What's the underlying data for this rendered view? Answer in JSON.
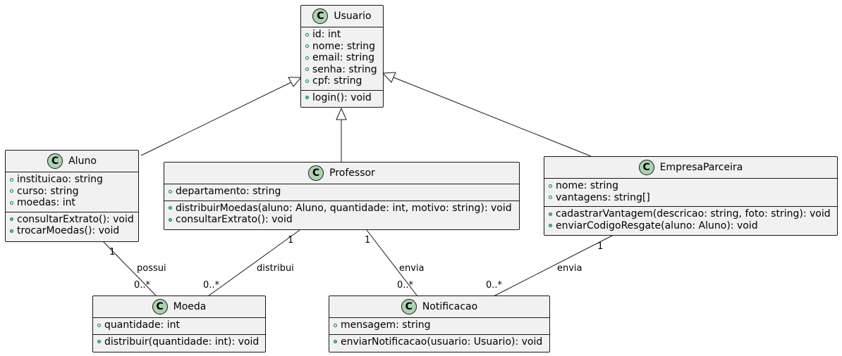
{
  "diagram": {
    "classes": {
      "usuario": {
        "badge": "C",
        "name": "Usuario",
        "attributes": [
          "id: int",
          "nome: string",
          "email: string",
          "senha: string",
          "cpf: string"
        ],
        "methods": [
          "login(): void"
        ]
      },
      "aluno": {
        "badge": "C",
        "name": "Aluno",
        "attributes": [
          "instituicao: string",
          "curso: string",
          "moedas: int"
        ],
        "methods": [
          "consultarExtrato(): void",
          "trocarMoedas(): void"
        ]
      },
      "professor": {
        "badge": "C",
        "name": "Professor",
        "attributes": [
          "departamento: string"
        ],
        "methods": [
          "distribuirMoedas(aluno: Aluno, quantidade: int, motivo: string): void",
          "consultarExtrato(): void"
        ]
      },
      "empresa": {
        "badge": "C",
        "name": "EmpresaParceira",
        "attributes": [
          "nome: string",
          "vantagens: string[]"
        ],
        "methods": [
          "cadastrarVantagem(descricao: string, foto: string): void",
          "enviarCodigoResgate(aluno: Aluno): void"
        ]
      },
      "moeda": {
        "badge": "C",
        "name": "Moeda",
        "attributes": [
          "quantidade: int"
        ],
        "methods": [
          "distribuir(quantidade: int): void"
        ]
      },
      "notificacao": {
        "badge": "C",
        "name": "Notificacao",
        "attributes": [
          "mensagem: string"
        ],
        "methods": [
          "enviarNotificacao(usuario: Usuario): void"
        ]
      }
    },
    "associations": {
      "aluno_moeda": {
        "label": "possui",
        "source_mult": "1",
        "target_mult": "0..*"
      },
      "professor_moeda": {
        "label": "distribui",
        "source_mult": "1",
        "target_mult": "0..*"
      },
      "professor_notificacao": {
        "label": "envia",
        "source_mult": "1",
        "target_mult": "0..*"
      },
      "empresa_notificacao": {
        "label": "envia",
        "source_mult": "1",
        "target_mult": "0..*"
      }
    },
    "colors": {
      "class_fill": "#f1f1f1",
      "class_border": "#181818",
      "badge_fill": "#add1b2",
      "public_marker": "#84be84",
      "public_marker_border": "#038048"
    }
  }
}
